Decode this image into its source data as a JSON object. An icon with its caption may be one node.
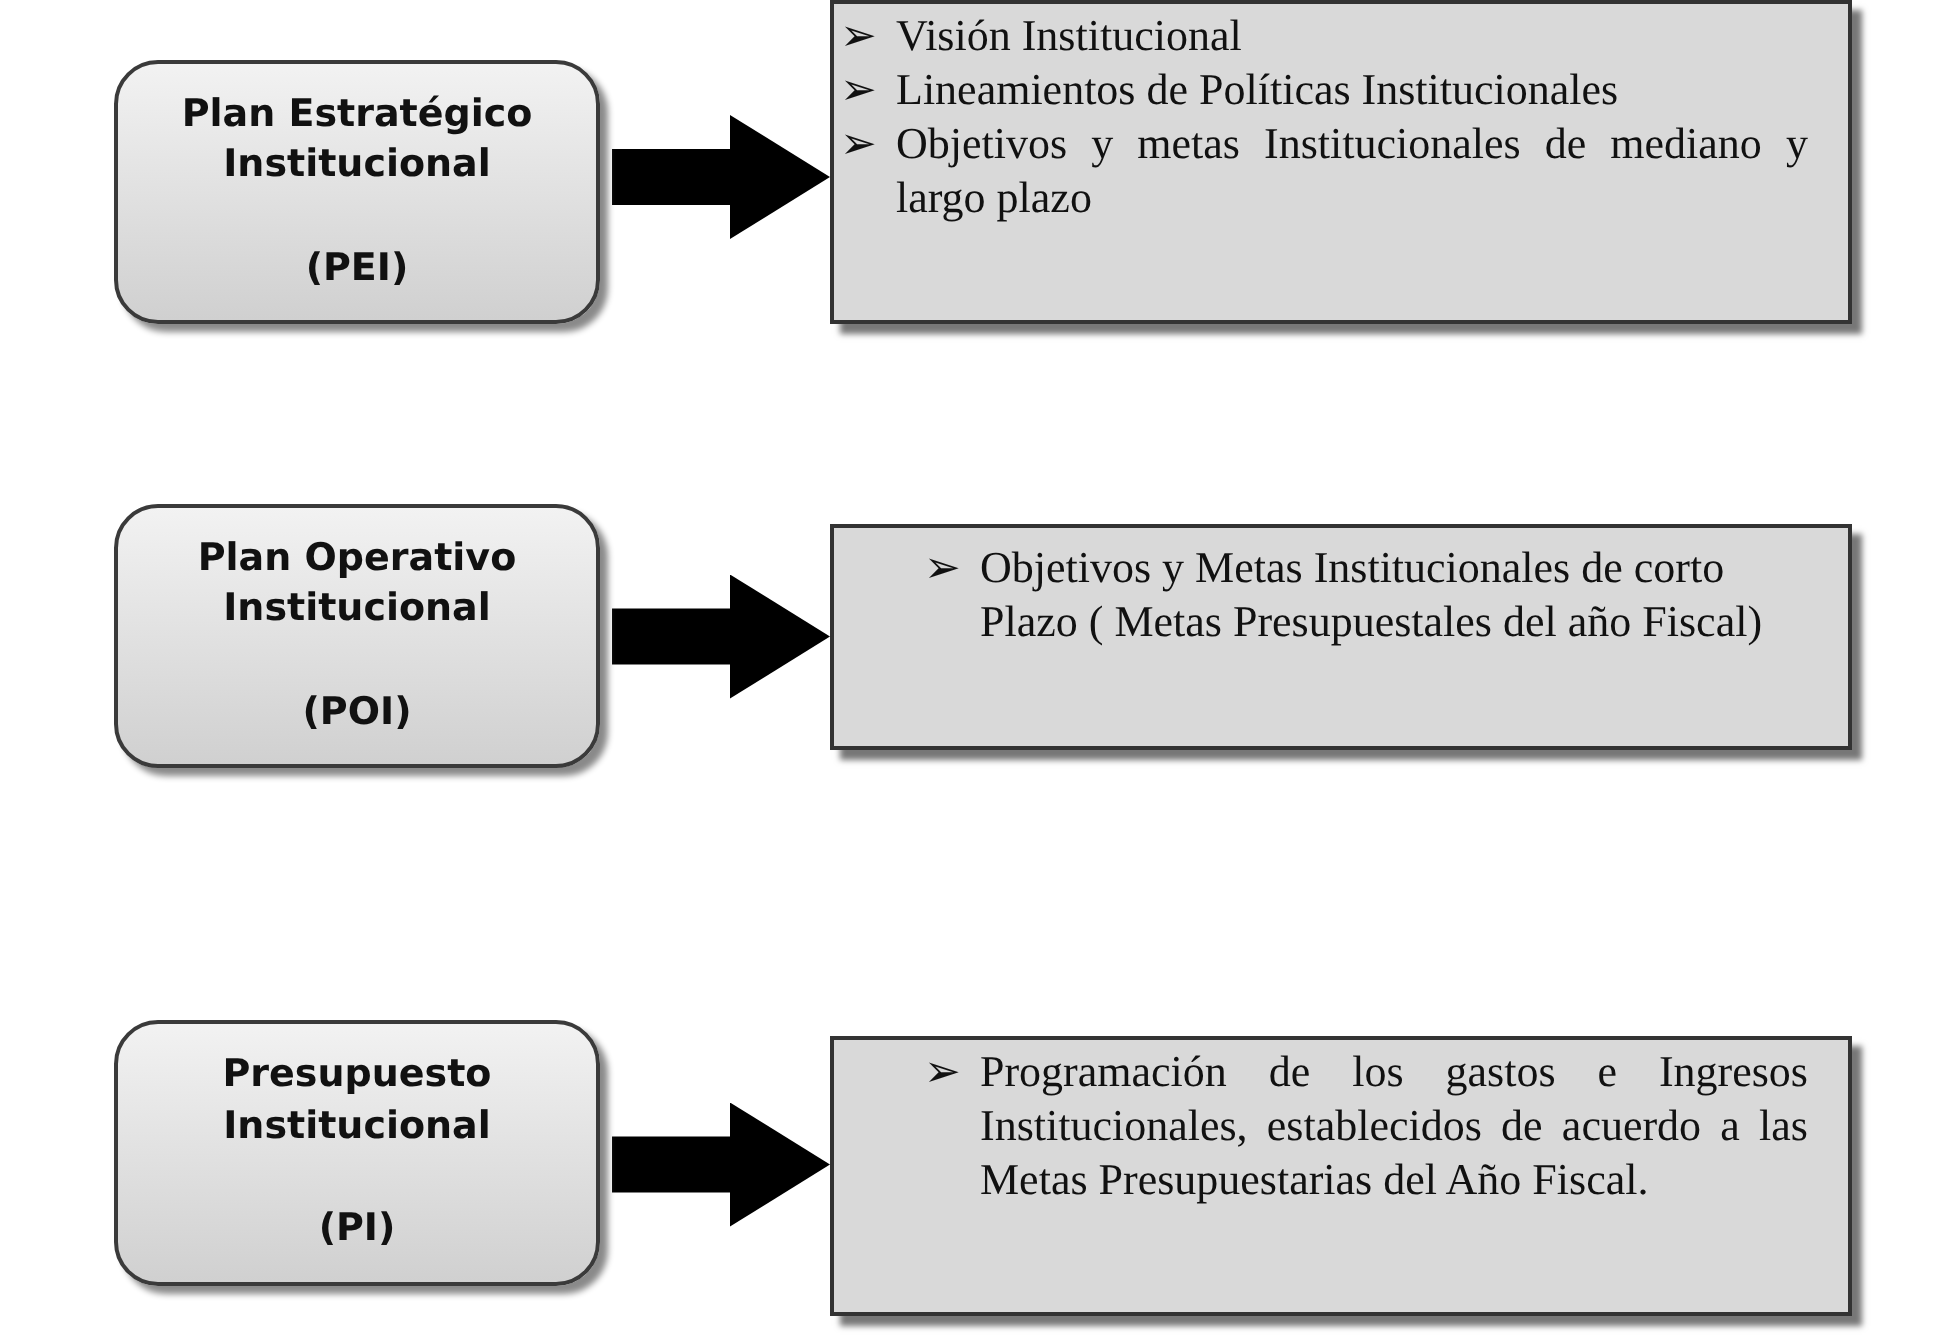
{
  "diagram": {
    "nodes": [
      {
        "text": [
          "Plan Estratégico Institucional",
          "(PEI)"
        ]
      },
      {
        "text": [
          "➢ Visión Institucional",
          "➢ Lineamientos de Políticas Institucionales",
          "➢ Objetivos y metas Institucionales de mediano y largo plazo"
        ]
      },
      {
        "text": [
          "Plan Operativo Institucional",
          "(POI)"
        ]
      },
      {
        "text": [
          "➢ Objetivos y Metas Institucionales de corto Plazo ( Metas Presupuestales del año Fiscal)"
        ]
      },
      {
        "text": [
          "Presupuesto Institucional",
          "(PI)"
        ]
      },
      {
        "text": [
          "➢ Programación de los gastos e Ingresos Institucionales, establecidos de acuerdo a las Metas Presupuestarias del Año Fiscal."
        ]
      }
    ],
    "edges": [
      {
        "from": 0,
        "to": 1,
        "arrow": "to"
      },
      {
        "from": 2,
        "to": 3,
        "arrow": "to"
      },
      {
        "from": 4,
        "to": 5,
        "arrow": "to"
      }
    ]
  }
}
